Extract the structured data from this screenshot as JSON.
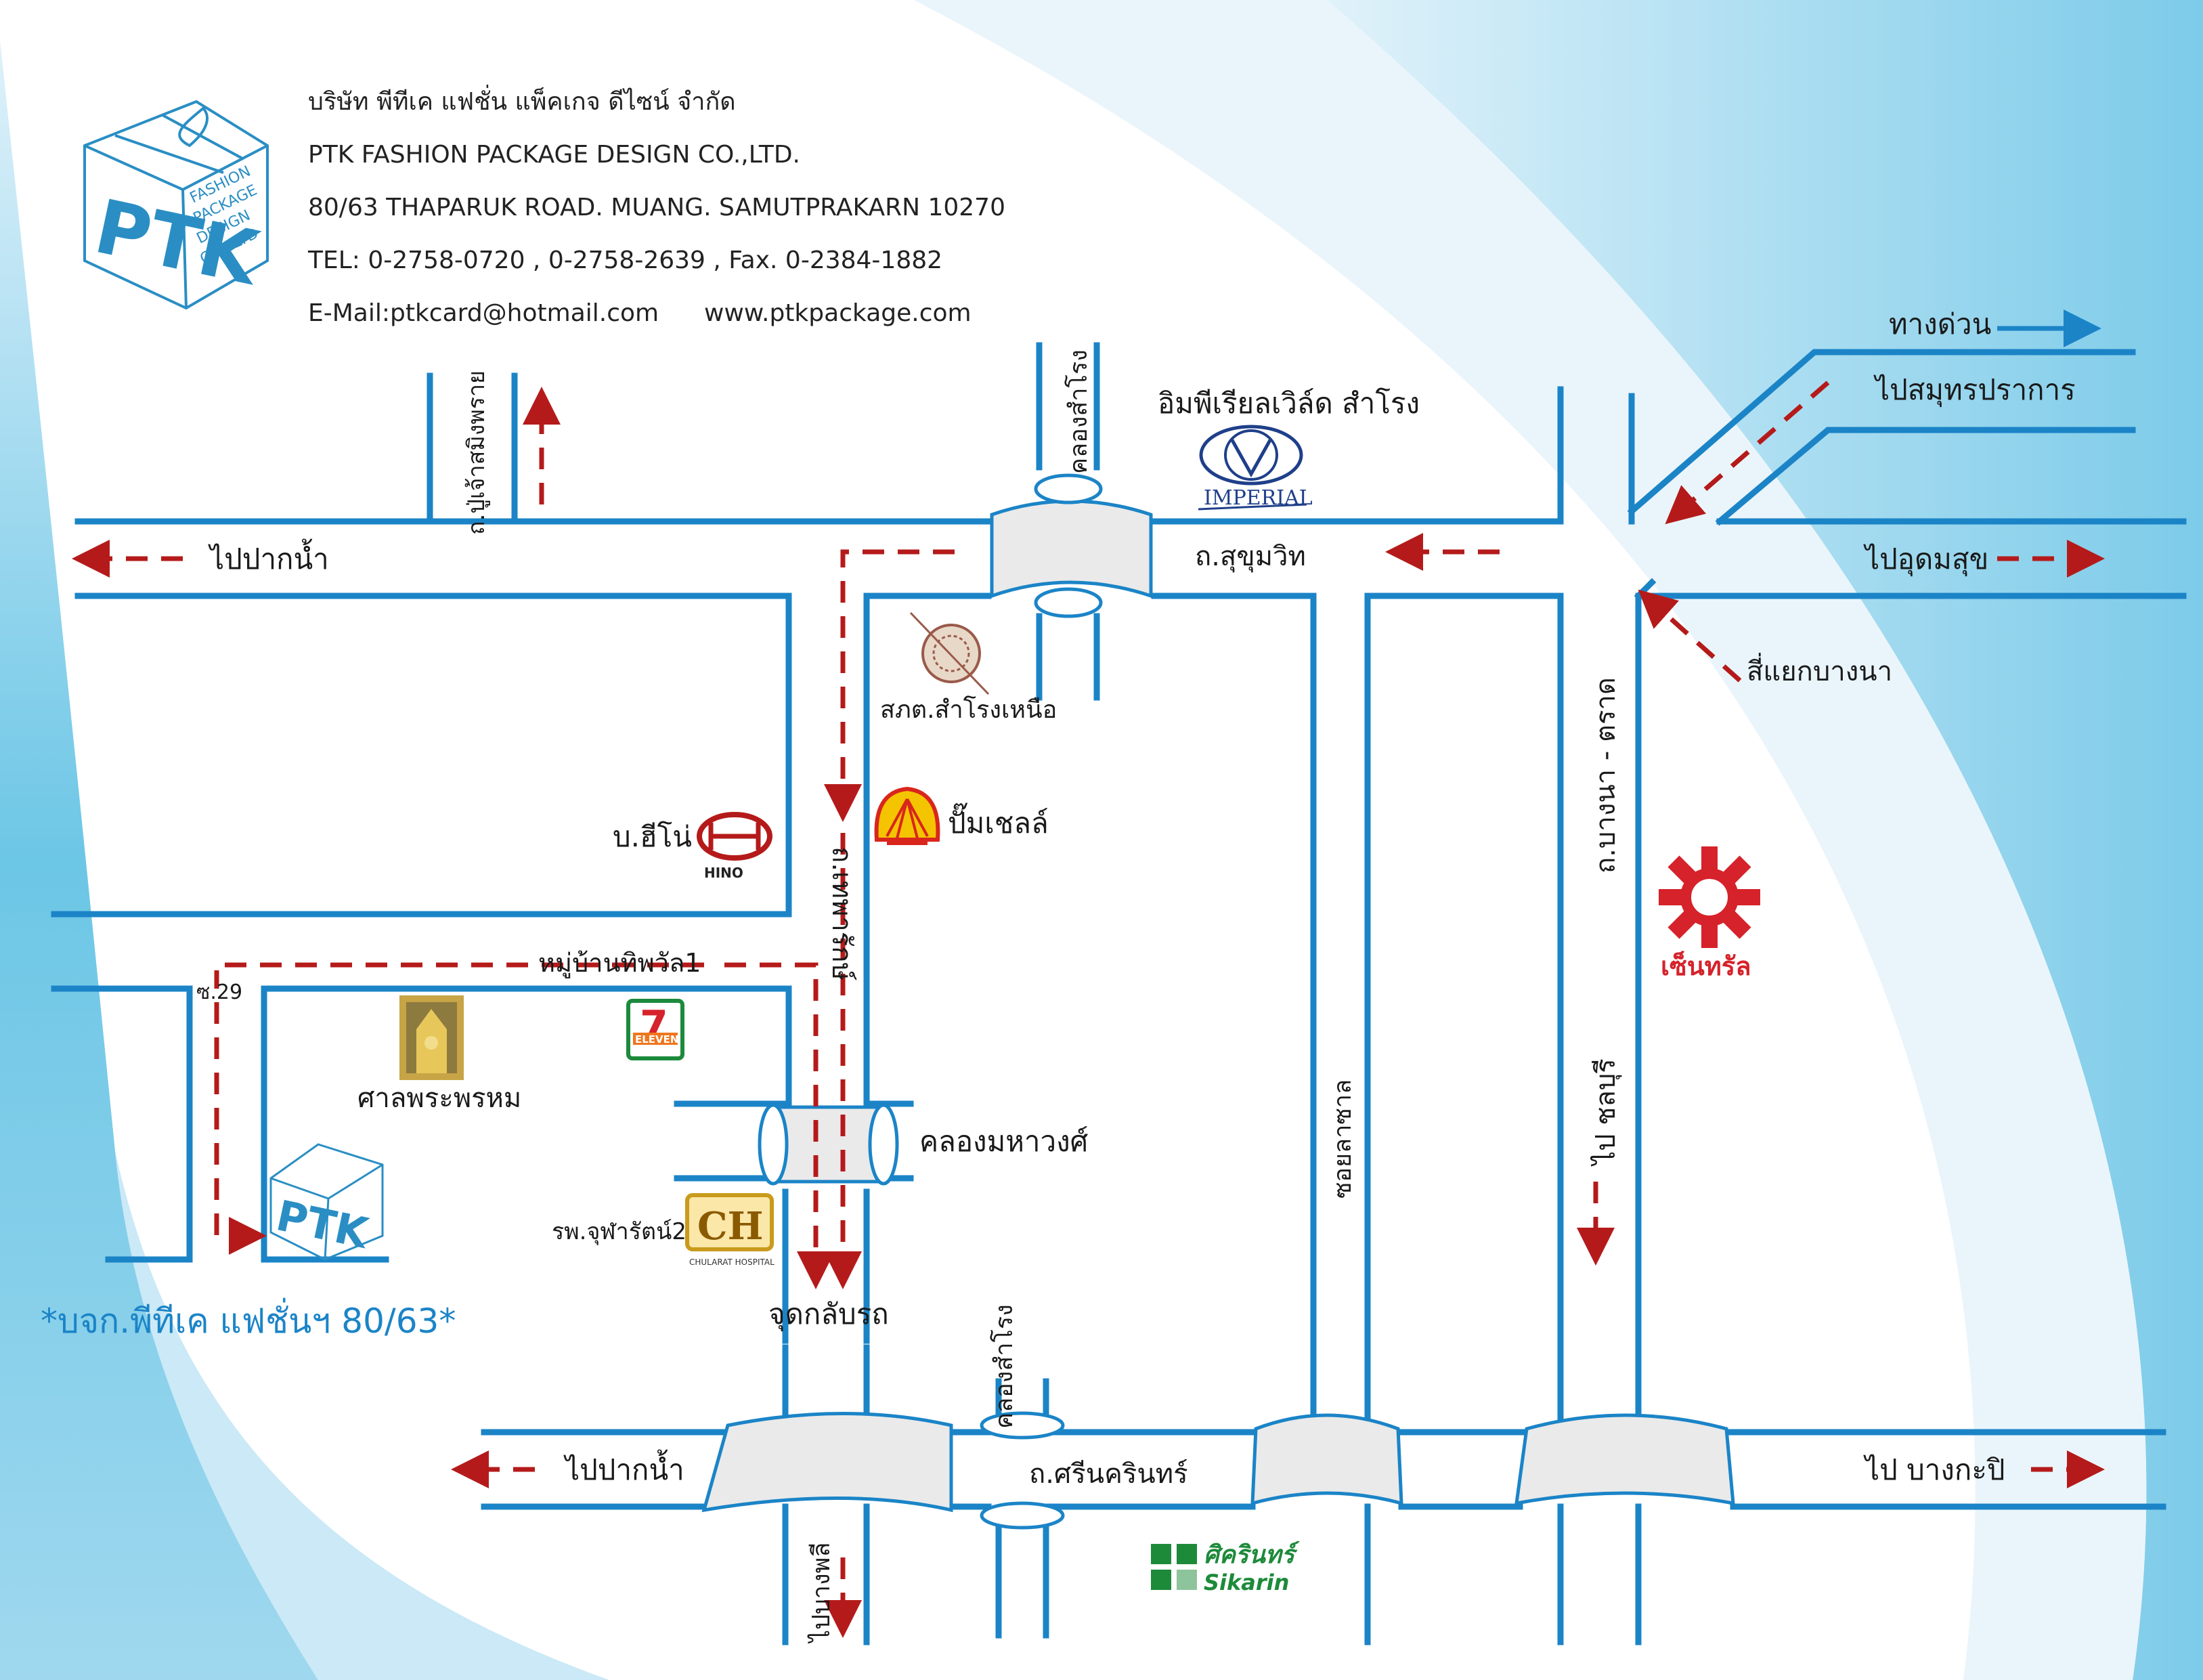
{
  "company": {
    "name_th": "บริษัท พีทีเค แฟชั่น แพ็คเกจ ดีไซน์ จำกัด",
    "name_en": "PTK FASHION PACKAGE DESIGN CO.,LTD.",
    "address": "80/63 THAPARUK ROAD. MUANG. SAMUTPRAKARN 10270",
    "tel": "TEL: 0-2758-0720 , 0-2758-2639 , Fax. 0-2384-1882",
    "email": "E-Mail:ptkcard@hotmail.com",
    "website": "www.ptkpackage.com",
    "logo_big": "PTK",
    "logo_side": [
      "FASHION",
      "PACKAGE",
      "DESIGN",
      "CO., LTD"
    ],
    "location_note": "*บจก.พีทีเค แฟชั่นฯ 80/63*"
  },
  "labels": {
    "expressway": "ทางด่วน",
    "to_samutprakan": "ไปสมุทรปราการ",
    "to_udomsuk": "ไปอุดมสุข",
    "bangna_junction": "สี่แยกบางนา",
    "to_paknam_top": "ไปปากน้ำ",
    "to_paknam_bottom": "ไปปากน้ำ",
    "to_bangkapi": "ไป บางกะปิ",
    "to_chonburi": "ไป ชลบุรี",
    "to_bangphli": "ไปบางพลี",
    "road_puchao": "ถ.ปู่เจ้าสมิงพราย",
    "road_sukhumvit": "ถ.สุขุมวิท",
    "road_theparak": "ถ.เทพารักษ์",
    "road_bangna_trat": "ถ.บางนา - ตราด",
    "road_srinakarin": "ถ.ศรีนครินทร์",
    "soi_lasalle": "ซอยลาซาล",
    "soi_29": "ซ.29",
    "canal_samrong_top": "คลองสำโรง",
    "canal_samrong_bottom": "คลองสำโรง",
    "canal_mahawong": "คลองมหาวงศ์",
    "imperial": "อิมพีเรียลเวิล์ด สำโรง",
    "imperial_logo": "IMPERIAL",
    "police": "สภต.สำโรงเหนือ",
    "shell": "ปั๊มเชลล์",
    "hino": "บ.ฮีโน่",
    "hino_logo": "HINO",
    "village": "หมู่บ้านทิพวัล1",
    "shrine": "ศาลพระพรหม",
    "seven_eleven": "7",
    "seven_eleven_word": "ELEVEN",
    "hospital": "รพ.จุฬารัตน์2",
    "hospital_logo": "CH",
    "hospital_logo_sub": "CHULARAT HOSPITAL",
    "u_turn": "จุดกลับรถ",
    "central": "เซ็นทรัล",
    "sikarin_th": "ศิครินทร์",
    "sikarin_en": "Sikarin"
  },
  "colors": {
    "road": "#1b84c7",
    "arrow": "#b51a1a",
    "bg_light": "#e7f4fb",
    "bg_dark": "#63c2e4",
    "bridge": "#eaeaea",
    "logo": "#2a8ec4",
    "central_red": "#d6222a",
    "seven_green": "#1c8a3c",
    "seven_orange": "#f0761d",
    "hospital_gold": "#c99a1c",
    "sikarin_green": "#1d8a3a"
  }
}
